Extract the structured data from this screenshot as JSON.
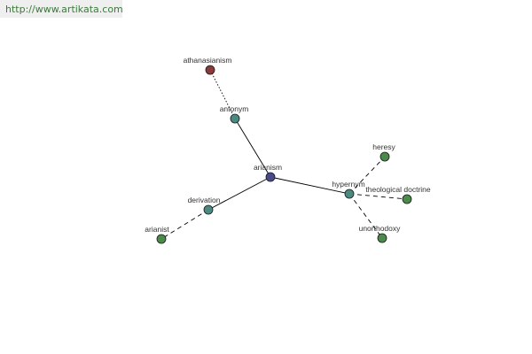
{
  "header": {
    "url": "http://www.artikata.com"
  },
  "colors": {
    "center": "#4a4a8a",
    "relation": "#4a8a80",
    "leaf": "#4a8a4a",
    "antonym_leaf": "#8a3a3a",
    "edge": "#000000",
    "url_text": "#3a7a3a"
  },
  "graph": {
    "nodes": [
      {
        "id": "arianism",
        "label": "arianism",
        "kind": "center"
      },
      {
        "id": "antonym",
        "label": "antonym",
        "kind": "relation"
      },
      {
        "id": "athanasianism",
        "label": "athanasianism",
        "kind": "antonym_leaf"
      },
      {
        "id": "derivation",
        "label": "derivation",
        "kind": "relation"
      },
      {
        "id": "arianist",
        "label": "arianist",
        "kind": "leaf"
      },
      {
        "id": "hypernym",
        "label": "hypernym",
        "kind": "relation"
      },
      {
        "id": "heresy",
        "label": "heresy",
        "kind": "leaf"
      },
      {
        "id": "theological_doctrine",
        "label": "theological doctrine",
        "kind": "leaf"
      },
      {
        "id": "unorthodoxy",
        "label": "unorthodoxy",
        "kind": "leaf"
      }
    ],
    "edges": [
      {
        "from": "arianism",
        "to": "antonym",
        "style": "solid"
      },
      {
        "from": "arianism",
        "to": "derivation",
        "style": "solid"
      },
      {
        "from": "arianism",
        "to": "hypernym",
        "style": "solid"
      },
      {
        "from": "antonym",
        "to": "athanasianism",
        "style": "dotted"
      },
      {
        "from": "derivation",
        "to": "arianist",
        "style": "dashed"
      },
      {
        "from": "hypernym",
        "to": "heresy",
        "style": "dashed"
      },
      {
        "from": "hypernym",
        "to": "theological_doctrine",
        "style": "dashed"
      },
      {
        "from": "hypernym",
        "to": "unorthodoxy",
        "style": "dashed"
      }
    ]
  }
}
